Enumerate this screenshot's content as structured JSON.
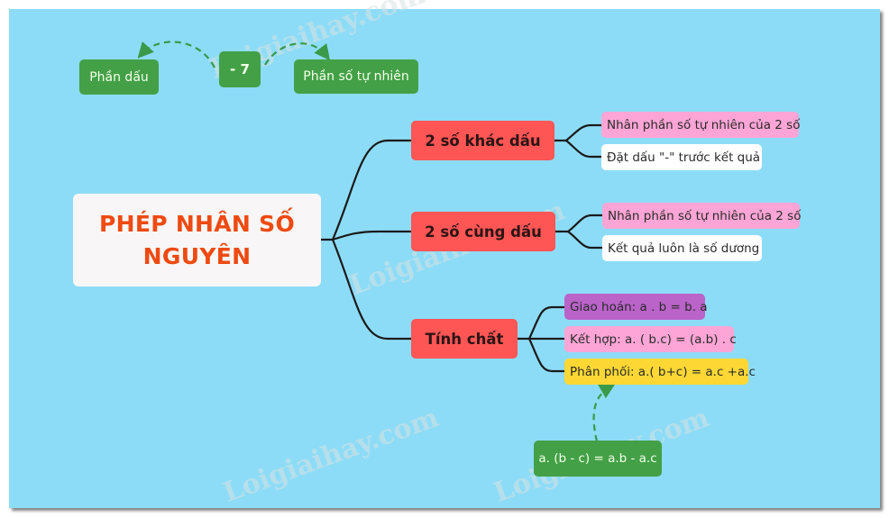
{
  "colors": {
    "background": "#8ddcf7",
    "root_bg": "#f8f6f6",
    "root_text": "#ee4a12",
    "branch_bg": "#fe5555",
    "note_green": "#43a047",
    "leaf_pink": "#fda5d6",
    "leaf_white": "#ffffff",
    "leaf_purple": "#ba63c9",
    "leaf_yellow": "#fdd835",
    "connector": "#1a1a1a",
    "dashed_arrow": "#3a9a4a"
  },
  "top_notes": {
    "sign_part": "Phần dấu",
    "example_number": "- 7",
    "natural_part": "Phần số tự nhiên"
  },
  "root": {
    "line1": "PHÉP NHÂN SỐ",
    "line2": "NGUYÊN"
  },
  "branches": [
    {
      "label": "2 số khác dấu",
      "children": [
        {
          "label": "Nhân phần số tự nhiên của 2 số",
          "style": "pink"
        },
        {
          "label": "Đặt dấu \"-\" trước kết quả",
          "style": "white"
        }
      ]
    },
    {
      "label": "2 số cùng dấu",
      "children": [
        {
          "label": "Nhân phần số tự nhiên của 2 số",
          "style": "pink"
        },
        {
          "label": "Kết quả luôn là số dương",
          "style": "white"
        }
      ]
    },
    {
      "label": "Tính chất",
      "children": [
        {
          "label": "Giao hoán: a . b = b. a",
          "style": "purple"
        },
        {
          "label": "Kết hợp: a. ( b.c) = (a.b) . c",
          "style": "pink"
        },
        {
          "label": "Phân phối: a.( b+c) = a.c +a.c",
          "style": "yellow"
        }
      ]
    }
  ],
  "distributive_note": "a. (b - c) = a.b - a.c",
  "watermark": "Loigiaihay.com"
}
